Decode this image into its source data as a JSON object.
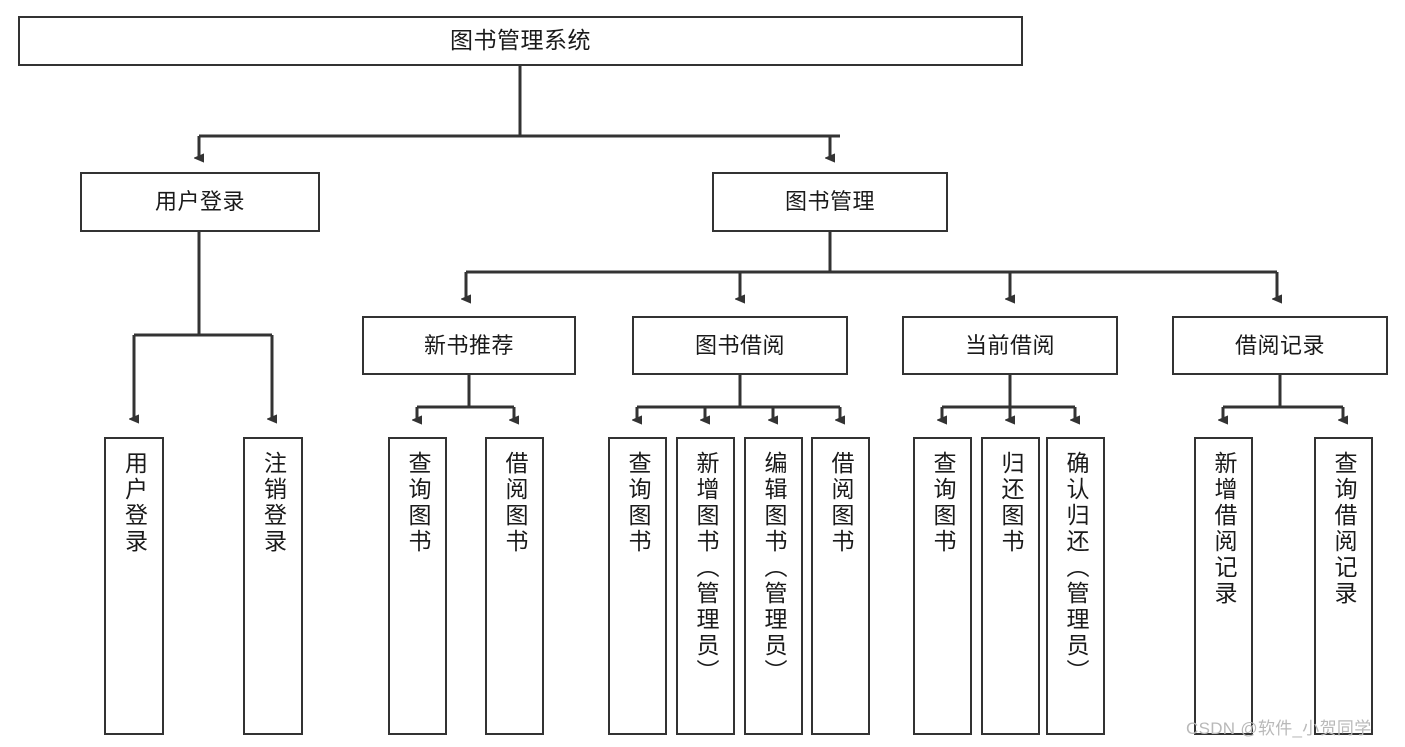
{
  "diagram": {
    "type": "tree-hierarchy",
    "title": "图书管理系统",
    "root": {
      "label": "图书管理系统"
    },
    "level2": [
      {
        "label": "用户登录"
      },
      {
        "label": "图书管理"
      }
    ],
    "level3": [
      {
        "label": "新书推荐"
      },
      {
        "label": "图书借阅"
      },
      {
        "label": "当前借阅"
      },
      {
        "label": "借阅记录"
      }
    ],
    "leaves_user_login": [
      {
        "label": "用户登录"
      },
      {
        "label": "注销登录"
      }
    ],
    "leaves_new_book": [
      {
        "label": "查询图书"
      },
      {
        "label": "借阅图书"
      }
    ],
    "leaves_borrow": [
      {
        "label": "查询图书"
      },
      {
        "label": "新增图书（管理员）"
      },
      {
        "label": "编辑图书（管理员）"
      },
      {
        "label": "借阅图书"
      }
    ],
    "leaves_current": [
      {
        "label": "查询图书"
      },
      {
        "label": "归还图书"
      },
      {
        "label": "确认归还（管理员）"
      }
    ],
    "leaves_records": [
      {
        "label": "新增借阅记录"
      },
      {
        "label": "查询借阅记录"
      }
    ]
  },
  "watermark": {
    "text": "CSDN @软件_小贺同学"
  },
  "colors": {
    "stroke": "#333333",
    "background": "#ffffff",
    "text": "#1a1a1a",
    "watermark": "#b9b9b9"
  }
}
